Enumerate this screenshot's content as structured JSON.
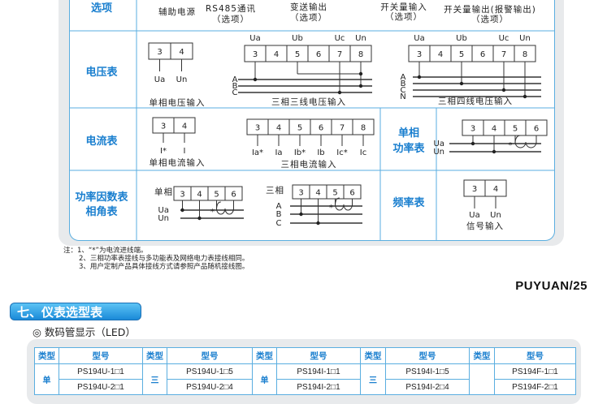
{
  "wiring": {
    "options_row": {
      "label": "选项",
      "items": [
        "辅助电源",
        "RS485通讯",
        "（选项）",
        "变送输出",
        "（选项）",
        "开关量输入",
        "（选项）",
        "开关量输出(报警输出)",
        "（选项）"
      ]
    },
    "voltmeter": {
      "label": "电压表",
      "single": {
        "terminals": [
          "3",
          "4"
        ],
        "labels": [
          "Ua",
          "Un"
        ],
        "caption": "单相电压输入"
      },
      "three_wire": {
        "terminals": [
          "3",
          "4",
          "5",
          "6",
          "7",
          "8"
        ],
        "top_labels": [
          "Ua",
          "Ub",
          "Uc",
          "Un"
        ],
        "lines": [
          "A",
          "B",
          "C"
        ],
        "caption": "三相三线电压输入"
      },
      "four_wire": {
        "terminals": [
          "3",
          "4",
          "5",
          "6",
          "7",
          "8"
        ],
        "top_labels": [
          "Ua",
          "Ub",
          "Uc",
          "Un"
        ],
        "lines": [
          "A",
          "B",
          "C",
          "N"
        ],
        "caption": "三相四线电压输入"
      }
    },
    "ammeter": {
      "label": "电流表",
      "single": {
        "terminals": [
          "3",
          "4"
        ],
        "labels": [
          "I*",
          "I"
        ],
        "caption": "单相电流输入"
      },
      "three": {
        "terminals": [
          "3",
          "4",
          "5",
          "6",
          "7",
          "8"
        ],
        "labels": [
          "Ia*",
          "Ia",
          "Ib*",
          "Ib",
          "Ic*",
          "Ic"
        ],
        "caption": "三相电流输入"
      }
    },
    "single_power": {
      "label_1": "单相",
      "label_2": "功率表",
      "terminals": [
        "3",
        "4",
        "5",
        "6"
      ],
      "lines": [
        "Ua",
        "Un"
      ],
      "star": "*"
    },
    "power_factor": {
      "label_1": "功率因数表",
      "label_2": "相角表",
      "single": {
        "title": "单相",
        "terminals": [
          "3",
          "4",
          "5",
          "6"
        ],
        "lines": [
          "Ua",
          "Un"
        ],
        "star": "*"
      },
      "three": {
        "title": "三相",
        "terminals": [
          "3",
          "4",
          "5",
          "6"
        ],
        "lines": [
          "A",
          "B",
          "C"
        ],
        "star": "*"
      }
    },
    "frequency": {
      "label": "频率表",
      "terminals": [
        "3",
        "4"
      ],
      "labels": [
        "Ua",
        "Un"
      ],
      "caption": "信号输入"
    }
  },
  "notes": [
    "注：1、“*”为电流进线端。",
    "2、三相功率表接线与多功能表及网络电力表接线相同。",
    "3、用户定制产品具体接线方式请参照产品随机接线图。"
  ],
  "page_mark": "PUYUAN/25",
  "section_title": "七、仪表选型表",
  "subsection": "◎ 数码管显示（LED）",
  "table": {
    "headers": [
      "类型",
      "型号",
      "类型",
      "型号",
      "类型",
      "型号",
      "类型",
      "型号",
      "类型",
      "型号"
    ],
    "groups": [
      {
        "type": "单",
        "models": [
          "PS194U-1□1",
          "PS194U-2□1"
        ]
      },
      {
        "type": "三",
        "models": [
          "PS194U-1□5",
          "PS194U-2□4"
        ]
      },
      {
        "type": "单",
        "models": [
          "PS194I-1□1",
          "PS194I-2□1"
        ]
      },
      {
        "type": "三",
        "models": [
          "PS194I-1□5",
          "PS194I-2□4"
        ]
      },
      {
        "type": "",
        "models": [
          "PS194F-1□1",
          "PS194F-2□1"
        ]
      }
    ]
  }
}
